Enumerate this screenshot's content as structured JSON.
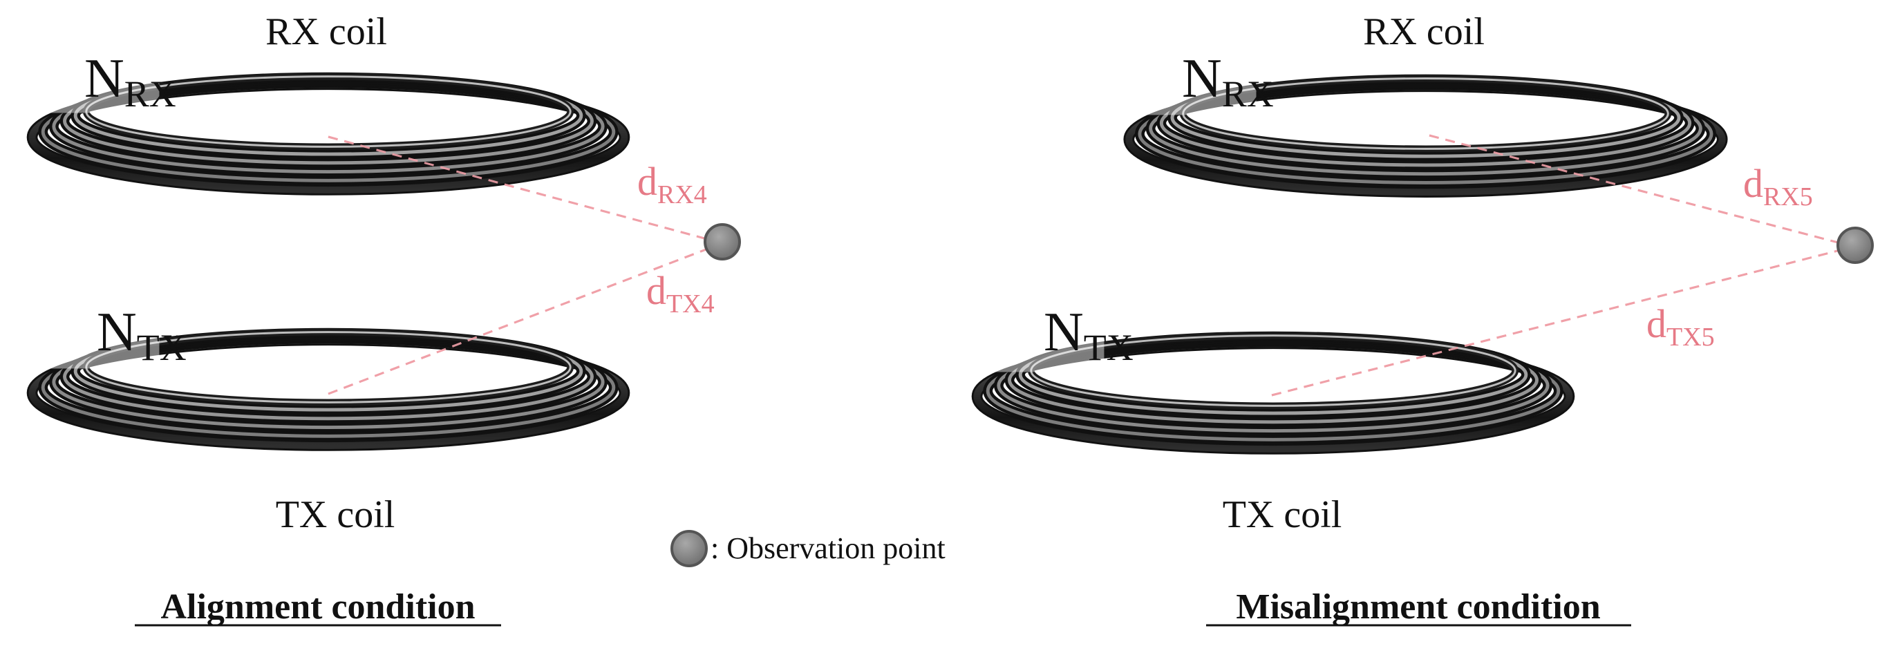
{
  "panels": {
    "alignment": {
      "rx_label": "RX coil",
      "tx_label": "TX coil",
      "n_rx": {
        "base": "N",
        "sub": "RX"
      },
      "n_tx": {
        "base": "N",
        "sub": "TX"
      },
      "d_rx": {
        "base": "d",
        "sub": "RX4"
      },
      "d_tx": {
        "base": "d",
        "sub": "TX4"
      },
      "caption": "Alignment condition"
    },
    "misalignment": {
      "rx_label": "RX coil",
      "tx_label": "TX coil",
      "n_rx": {
        "base": "N",
        "sub": "RX"
      },
      "n_tx": {
        "base": "N",
        "sub": "TX"
      },
      "d_rx": {
        "base": "d",
        "sub": "RX5"
      },
      "d_tx": {
        "base": "d",
        "sub": "TX5"
      },
      "caption": "Misalignment condition"
    }
  },
  "legend": {
    "text": ": Observation point"
  },
  "colors": {
    "coil_dark": "#1a1a1a",
    "coil_light": "#9a9a9a",
    "distance_line": "#f0a0a8",
    "distance_text": "#e67a86",
    "observation_point": "#8a8a8a"
  }
}
